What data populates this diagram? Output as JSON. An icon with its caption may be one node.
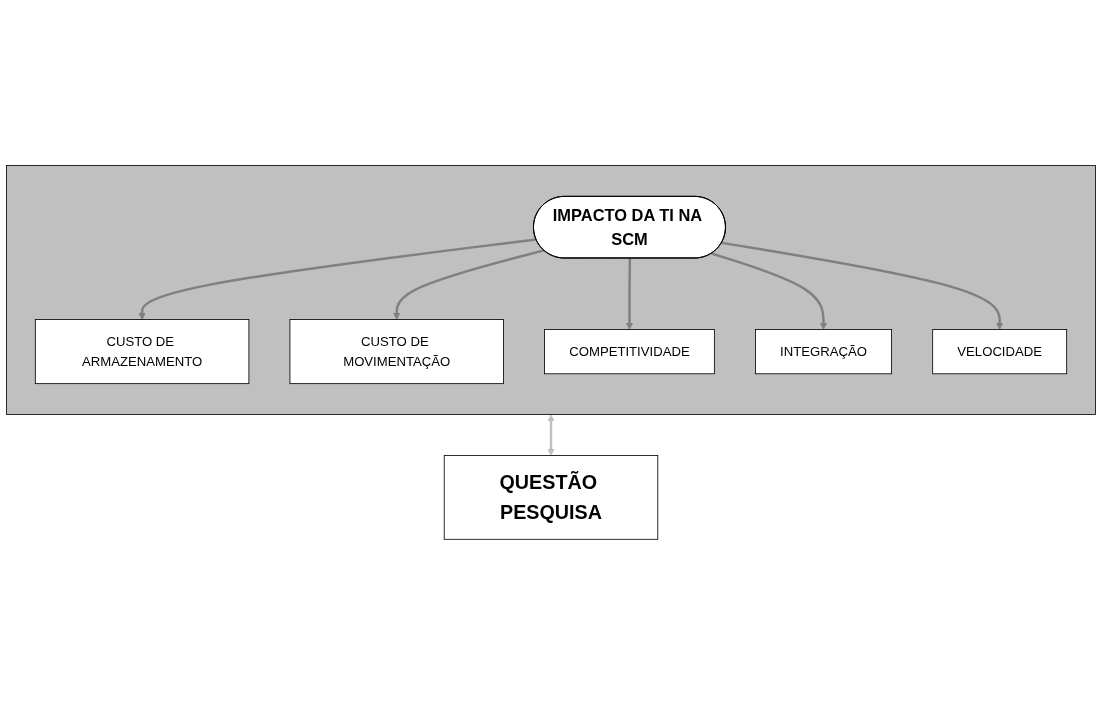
{
  "diagram": {
    "nodes": [
      {
        "text": [],
        "shape": "box"
      },
      {
        "text": [
          "CUSTO DE ARMAZENAMENTO"
        ],
        "in": 0
      },
      {
        "text": [
          "CUSTO DE MOVIMENTAÇÃO"
        ],
        "in": 0
      },
      {
        "text": [
          "IMPACTO DA TI NA SCM"
        ],
        "in": 0
      },
      {
        "text": [
          "COMPETITIVIDADE"
        ],
        "in": 0
      },
      {
        "text": [
          "INTEGRAÇÃO"
        ],
        "in": 0
      },
      {
        "text": [
          "VELOCIDADE"
        ],
        "in": 0
      },
      {
        "text": [
          "QUESTÃO PESQUISA"
        ]
      }
    ],
    "edges": [
      {
        "from": 3,
        "to": 1,
        "arrow": "to"
      },
      {
        "from": 3,
        "to": 2,
        "arrow": "to"
      },
      {
        "from": 3,
        "to": 4,
        "arrow": "to"
      },
      {
        "from": 3,
        "to": 5,
        "arrow": "to"
      },
      {
        "from": 3,
        "to": 6,
        "arrow": "to"
      },
      {
        "from": 0,
        "to": 7,
        "arrow": "both",
        "color": "#c0c0c0"
      }
    ]
  }
}
